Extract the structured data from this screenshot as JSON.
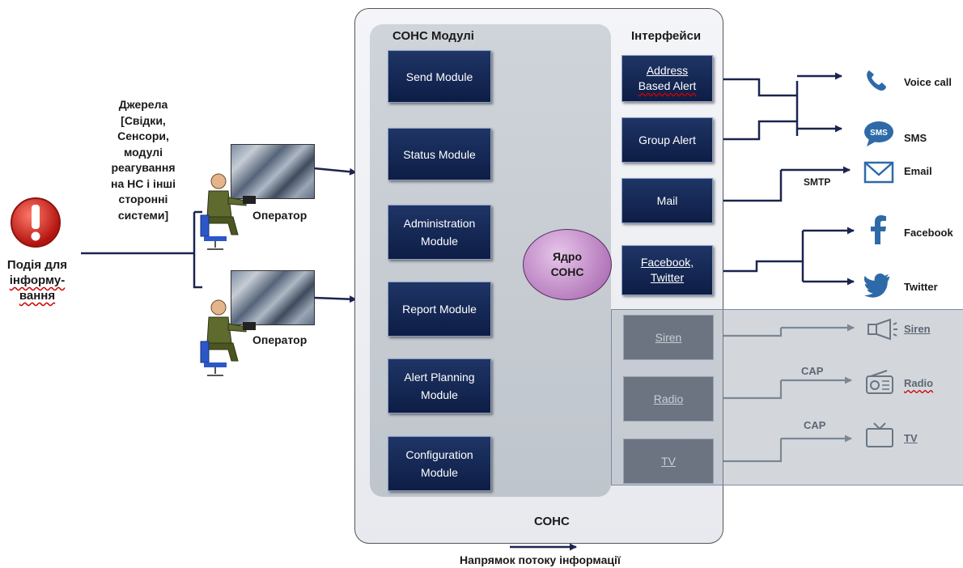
{
  "title": "СОНС",
  "flow_direction": "Напрямок потоку інформації",
  "modules_header": "СОНС Модулі",
  "interfaces_header": "Інтерфейси",
  "core_label": "Ядро СОНС",
  "event_label": "Подія для інформу-вання",
  "event_lines": [
    "Подія для",
    "інформу-",
    "вання"
  ],
  "sources_lines": [
    "Джерела",
    "[Свідки,",
    "Сенсори,",
    "модулі",
    "реагування",
    "на НС і інші",
    "сторонні",
    "системи]"
  ],
  "operators": [
    "Оператор",
    "Оператор"
  ],
  "modules": [
    [
      "Send Module"
    ],
    [
      "Status Module"
    ],
    [
      "Administration",
      "Module"
    ],
    [
      "Report Module"
    ],
    [
      "Alert Planning",
      "Module"
    ],
    [
      "Configuration",
      "Module"
    ]
  ],
  "interfaces_active": [
    [
      "Address",
      "Based Alert"
    ],
    [
      "Group Alert"
    ],
    [
      "Mail"
    ],
    [
      "Facebook,",
      "Twitter"
    ]
  ],
  "interfaces_inactive": [
    "Siren",
    "Radio",
    "TV"
  ],
  "channels": {
    "voice": "Voice call",
    "sms": "SMS",
    "sms_icon_text": "SMS",
    "email": "Email",
    "facebook": "Facebook",
    "twitter": "Twitter",
    "siren": "Siren",
    "radio": "Radio",
    "tv": "TV"
  },
  "link_labels": {
    "smtp": "SMTP",
    "cap_radio": "CAP",
    "cap_tv": "CAP"
  },
  "colors": {
    "module_fill": "#13254f",
    "core_fill": "#c592c9",
    "arrow": "#1b2450",
    "inactive_overlay": "#96a0ac"
  }
}
